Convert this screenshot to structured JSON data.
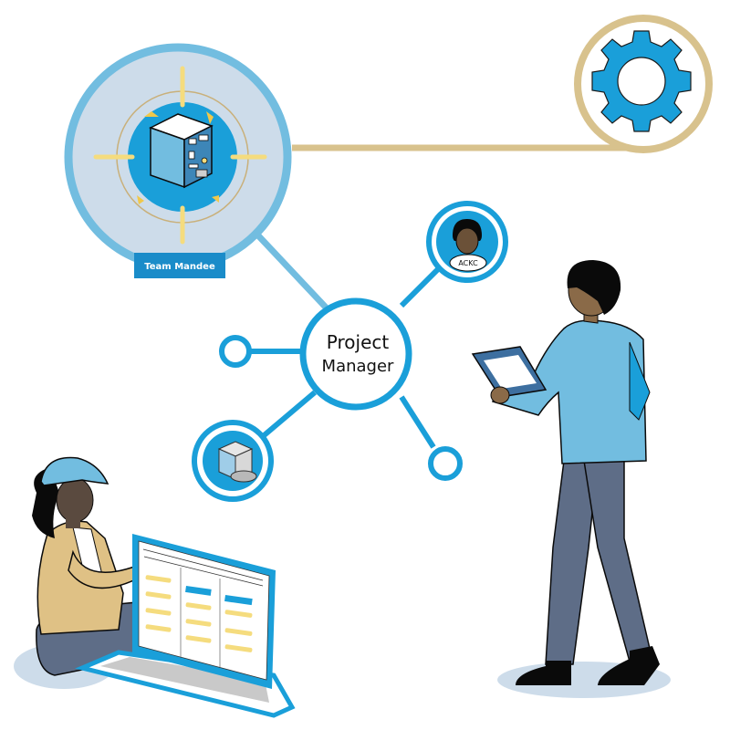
{
  "illustration": {
    "title": "Project Manager network illustration",
    "hub": {
      "line1": "Project",
      "line2": "Manager"
    },
    "team_node": {
      "badge_label": "Team  Mandee",
      "icon": "server-cabinet-icon"
    },
    "settings_node": {
      "icon": "gear-icon"
    },
    "avatar_node": {
      "tag": "ACKC",
      "icon": "person-avatar-icon"
    },
    "storage_node": {
      "icon": "storage-box-icon"
    },
    "empty_nodes": 2,
    "people": [
      {
        "role": "seated-woman-with-laptop",
        "items": [
          "cap",
          "laptop"
        ]
      },
      {
        "role": "standing-man-with-tablet",
        "items": [
          "tablet"
        ]
      }
    ]
  },
  "colors": {
    "primary_blue": "#1a9fd9",
    "light_blue": "#72bde0",
    "pale_blue": "#cddcea",
    "gold": "#d8c28d",
    "yellow": "#f5dc7e",
    "trousers": "#5e6d87",
    "skin_dark": "#5a4a3f",
    "skin_brown": "#8a6a48",
    "jacket": "#dfc185",
    "black": "#0a0a0a"
  }
}
